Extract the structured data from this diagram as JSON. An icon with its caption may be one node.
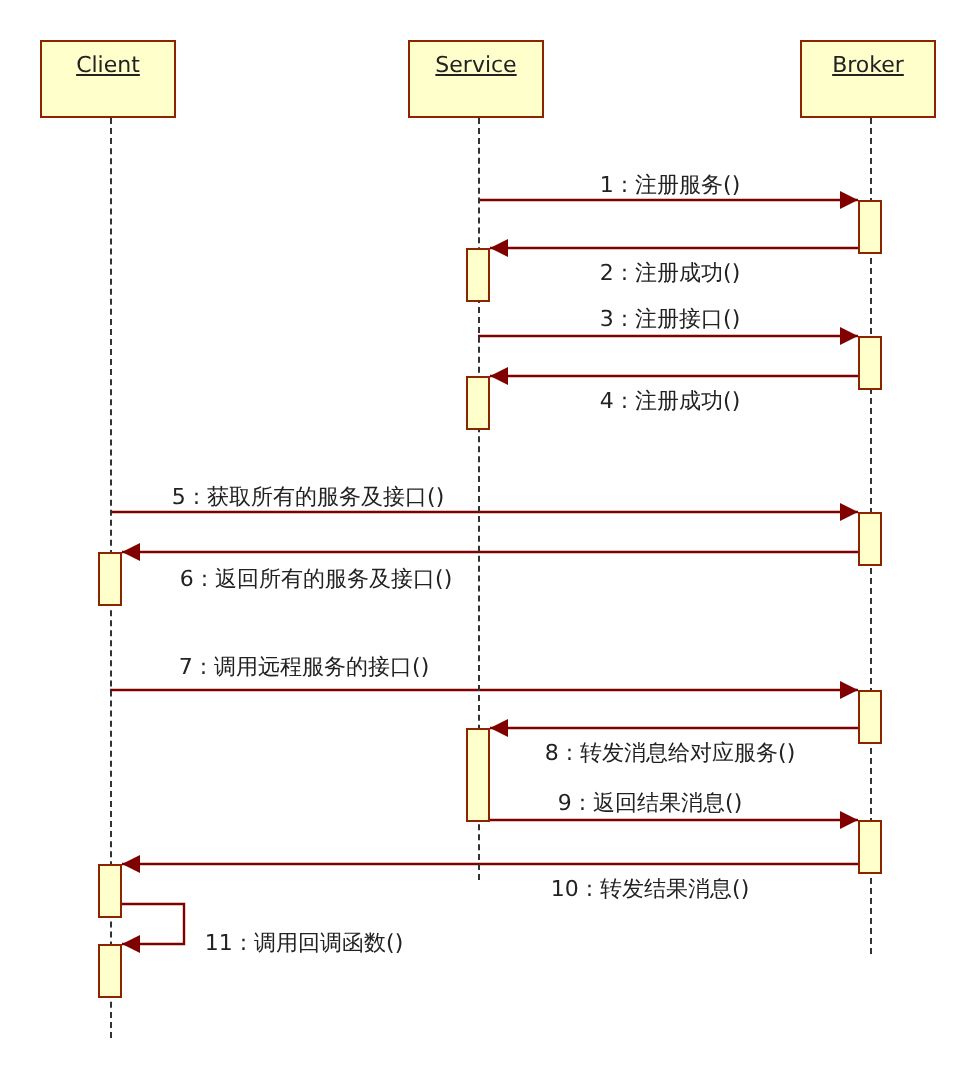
{
  "diagram": {
    "nodes": [
      {
        "text": [
          "Client"
        ]
      },
      {
        "text": [
          "Service"
        ]
      },
      {
        "text": [
          "Broker"
        ]
      },
      {
        "text": [],
        "shape": "line"
      },
      {
        "text": [],
        "shape": "line"
      },
      {
        "text": [],
        "shape": "line"
      },
      {
        "text": [],
        "shape": "bar"
      },
      {
        "text": [],
        "shape": "bar"
      },
      {
        "text": [],
        "shape": "bar"
      },
      {
        "text": [],
        "shape": "bar"
      },
      {
        "text": [],
        "shape": "bar"
      },
      {
        "text": [],
        "shape": "bar"
      },
      {
        "text": [],
        "shape": "bar"
      },
      {
        "text": [],
        "shape": "bar"
      },
      {
        "text": [],
        "shape": "bar"
      },
      {
        "text": [],
        "shape": "bar"
      },
      {
        "text": [],
        "shape": "bar"
      }
    ],
    "edges": [
      {
        "from": 4,
        "to": 6,
        "arrow": "to",
        "label": "1 : 注册服务()"
      },
      {
        "from": 6,
        "to": 7,
        "arrow": "to",
        "label": "2 : 注册成功()"
      },
      {
        "from": 4,
        "to": 8,
        "arrow": "to",
        "label": "3 : 注册接口()"
      },
      {
        "from": 8,
        "to": 9,
        "arrow": "to",
        "label": "4 : 注册成功()"
      },
      {
        "from": 3,
        "to": 10,
        "arrow": "to",
        "label": "5 : 获取所有的服务及接口()"
      },
      {
        "from": 10,
        "to": 11,
        "arrow": "to",
        "label": "6 : 返回所有的服务及接口()"
      },
      {
        "from": 3,
        "to": 12,
        "arrow": "to",
        "label": "7 : 调用远程服务的接口()"
      },
      {
        "from": 12,
        "to": 13,
        "arrow": "to",
        "label": "8 : 转发消息给对应服务()"
      },
      {
        "from": 13,
        "to": 14,
        "arrow": "to",
        "label": "9 : 返回结果消息()"
      },
      {
        "from": 14,
        "to": 15,
        "arrow": "to",
        "label": "10 : 转发结果消息()"
      },
      {
        "from": 15,
        "to": 16,
        "arrow": "to",
        "label": "11 : 调用回调函数()"
      }
    ]
  }
}
